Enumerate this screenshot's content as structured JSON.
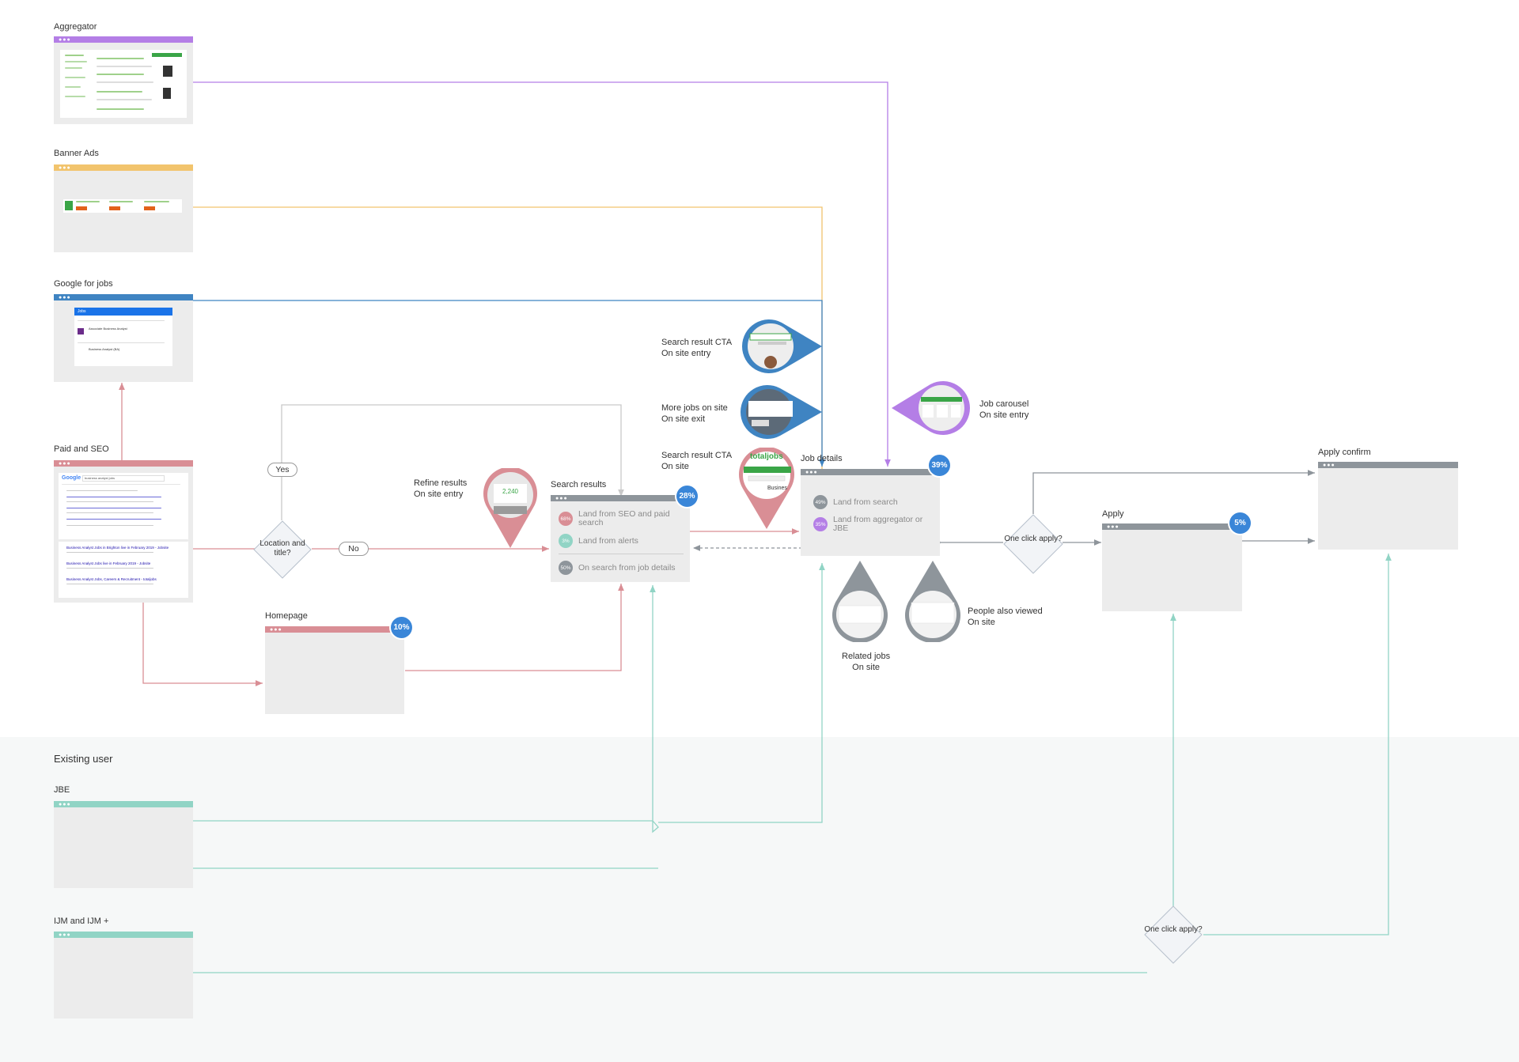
{
  "colors": {
    "aggregator": "#b47ee6",
    "banner": "#f2c46d",
    "google": "#3f84c2",
    "paid": "#d98e95",
    "existing": "#91d4c5",
    "neutral": "#8e959b",
    "badge": "#3a86d8",
    "grey_pct": "#8e959b"
  },
  "sources": {
    "aggregator": "Aggregator",
    "banner_ads": "Banner Ads",
    "google_for_jobs": "Google for jobs",
    "paid_seo": "Paid and SEO",
    "homepage": "Homepage",
    "existing_user": "Existing user",
    "jbe": "JBE",
    "ijm": "IJM and IJM +"
  },
  "decisions": {
    "location_title": "Location and title?",
    "yes": "Yes",
    "no": "No",
    "one_click": "One click apply?",
    "one_click_2": "One click apply?"
  },
  "callouts": {
    "refine": "Refine results\nOn site entry",
    "search_cta_1": "Search result CTA\nOn site entry",
    "more_jobs": "More jobs on site\nOn site exit",
    "search_cta_2": "Search result CTA\nOn site",
    "job_carousel": "Job carousel\nOn site entry",
    "related_jobs": "Related jobs\nOn site",
    "people_viewed": "People also viewed\nOn site",
    "totaljobs_logo": "totaljobs",
    "refine_count": "2,240",
    "busines_partial": "Busines"
  },
  "pages": {
    "search_results": {
      "title": "Search results",
      "badge": "28%",
      "rows": [
        {
          "pct": "68%",
          "text": "Land from SEO and paid search",
          "color": "#d98e95"
        },
        {
          "pct": "3%",
          "text": "Land from alerts",
          "color": "#91d4c5"
        },
        {
          "pct": "50%",
          "text": "On search from job details",
          "color": "#8e959b"
        }
      ]
    },
    "job_details": {
      "title": "Job details",
      "badge": "39%",
      "rows": [
        {
          "pct": "49%",
          "text": "Land from search",
          "color": "#8e959b"
        },
        {
          "pct": "35%",
          "text": "Land from aggregator or JBE",
          "color": "#b47ee6"
        }
      ]
    },
    "apply": {
      "title": "Apply",
      "badge": "5%"
    },
    "apply_confirm": {
      "title": "Apply confirm"
    },
    "homepage_badge": "10%"
  },
  "thumbnails": {
    "google_search_query": "business analyst jobs",
    "google_logo": "Google",
    "serp_results": [
      "Business Analyst Jobs in Brighton live in February 2019 - Jobsite",
      "Business Analyst Jobs live in February 2019 - Jobsite",
      "Business Analyst Jobs, Careers & Recruitment - totaljobs"
    ],
    "gfj_header": "Jobs",
    "gfj_items": [
      "Associate Business Analyst",
      "Business Analyst (BA)"
    ]
  }
}
